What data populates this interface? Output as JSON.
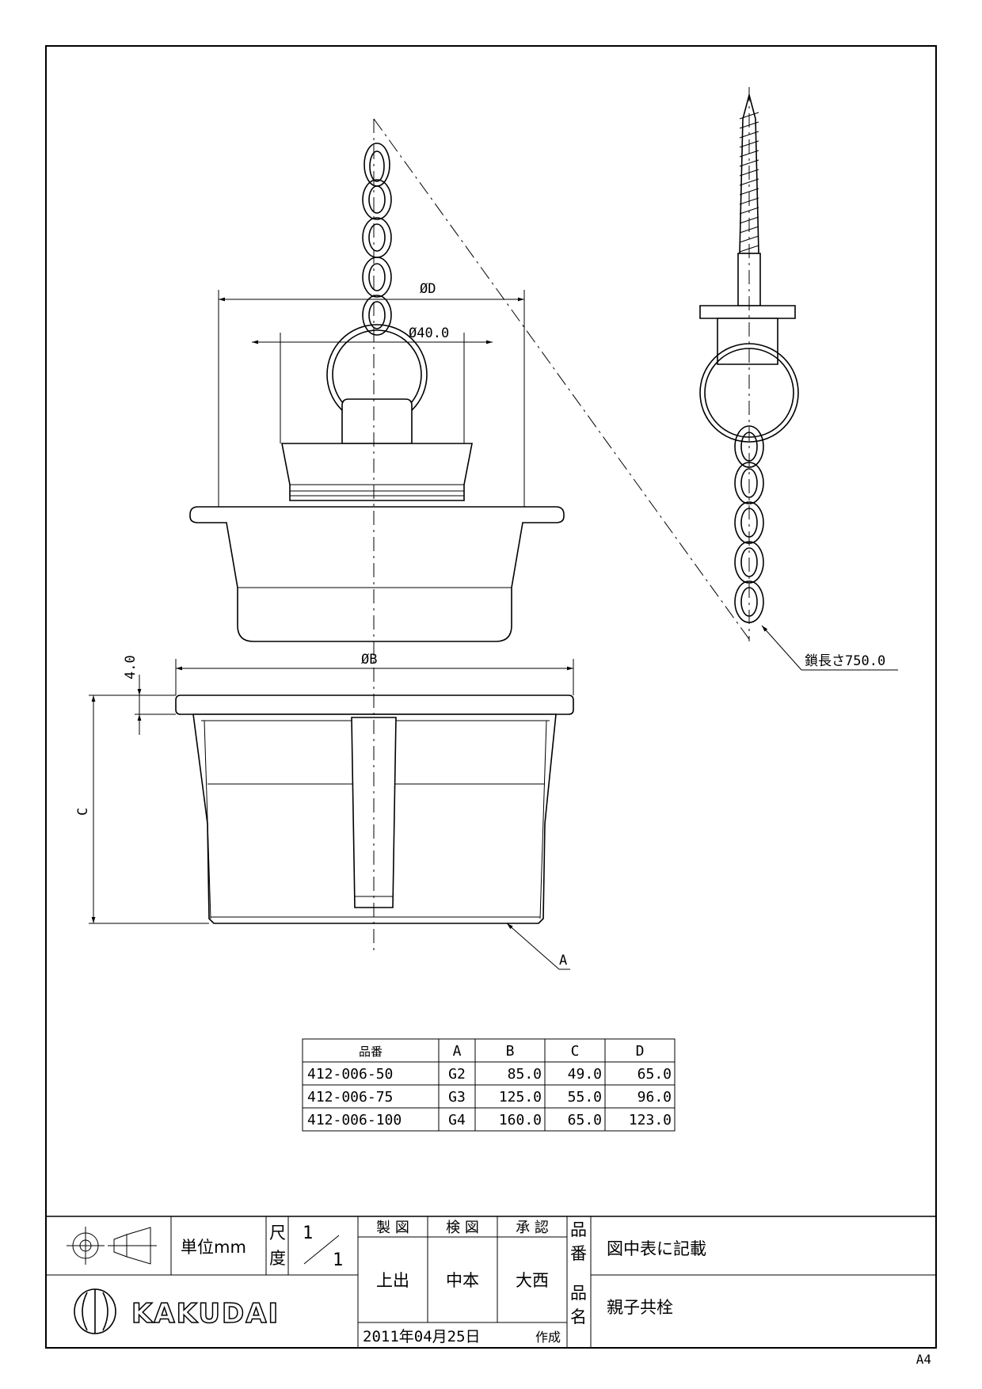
{
  "dimensions": {
    "d_outer": "ØD",
    "d_inner": "Ø40.0",
    "b_outer": "ØB",
    "flange_thickness": "4.0",
    "height": "C",
    "thread": "A",
    "chain_length": "鎖長さ750.0"
  },
  "table": {
    "headers": [
      "品番",
      "A",
      "B",
      "C",
      "D"
    ],
    "rows": [
      [
        "412-006-50",
        "G2",
        "85.0",
        "49.0",
        "65.0"
      ],
      [
        "412-006-75",
        "G3",
        "125.0",
        "55.0",
        "96.0"
      ],
      [
        "412-006-100",
        "G4",
        "160.0",
        "65.0",
        "123.0"
      ]
    ]
  },
  "title_block": {
    "unit": "単位mm",
    "scale_label_1": "尺",
    "scale_label_2": "度",
    "scale_num": "1",
    "scale_den": "1",
    "drawn_label": "製 図",
    "checked_label": "検 図",
    "approved_label": "承 認",
    "drawn_by": "上出",
    "checked_by": "中本",
    "approved_by": "大西",
    "date": "2011年04月25日",
    "created_label": "作成",
    "part_no_label_1": "品",
    "part_no_label_2": "番",
    "part_no": "図中表に記載",
    "name_label_1": "品",
    "name_label_2": "名",
    "part_name": "親子共栓",
    "company": "KAKUDAI",
    "paper_size": "A4"
  }
}
